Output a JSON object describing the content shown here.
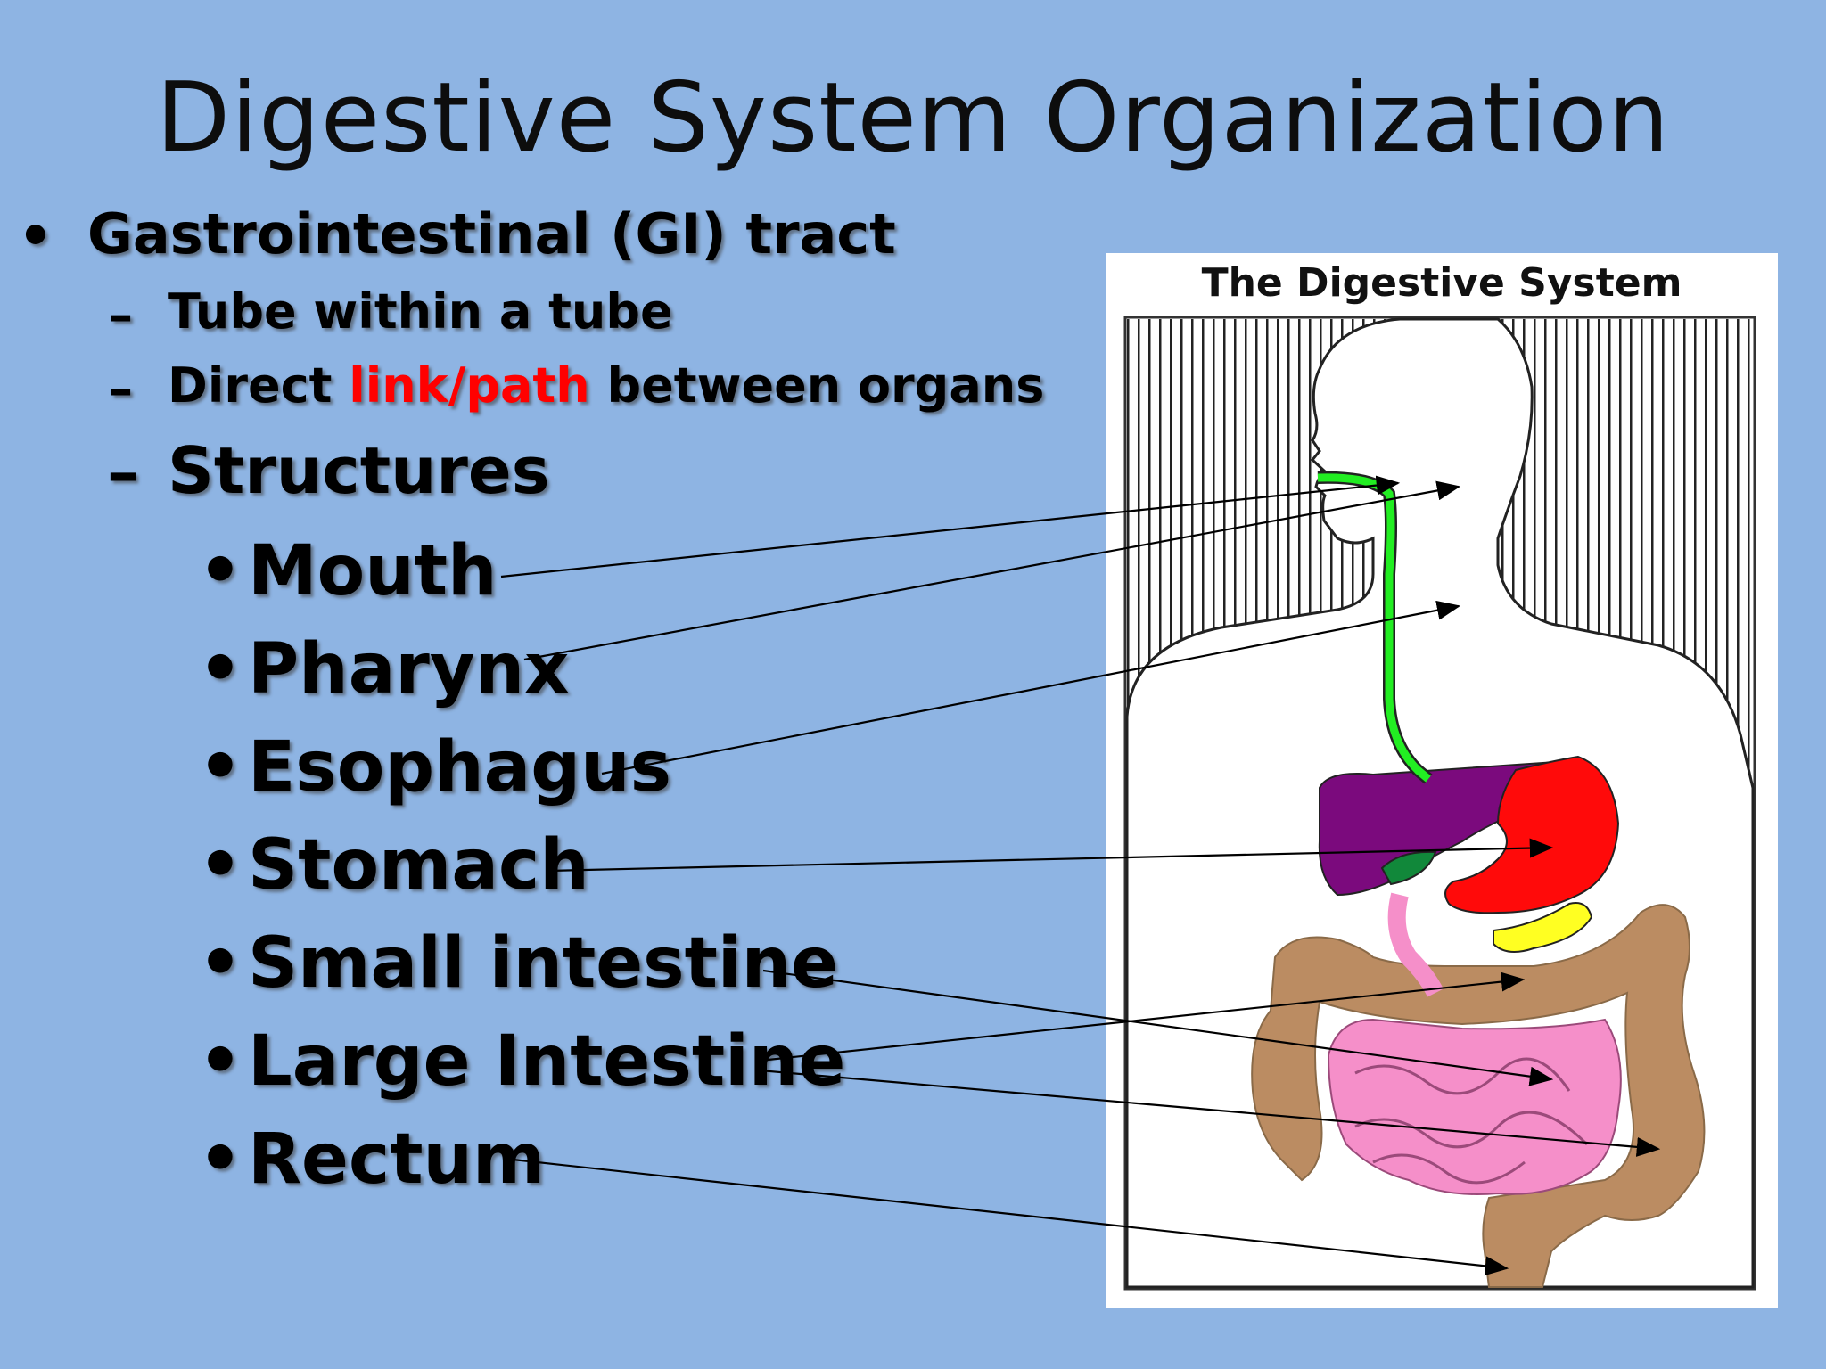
{
  "slide": {
    "title": "Digestive System Organization",
    "bullet_main": "Gastrointestinal (GI) tract",
    "sub1": "Tube within a tube",
    "sub2_prefix": "Direct ",
    "sub2_highlight": "link/path",
    "sub2_suffix": " between organs",
    "sub3": "Structures",
    "structures": [
      "Mouth",
      "Pharynx",
      "Esophagus",
      "Stomach",
      "Small intestine",
      "Large Intestine",
      "Rectum"
    ]
  },
  "figure": {
    "title": "The Digestive System"
  },
  "colors": {
    "background": "#8eb4e3",
    "highlight": "#ff0000",
    "esophagus": "#22ee22",
    "liver": "#7b0a7d",
    "stomach": "#ff0a0a",
    "gallbladder": "#11883a",
    "pancreas": "#ffff22",
    "small_intestine": "#f58fc9",
    "large_intestine": "#bb8c62"
  }
}
